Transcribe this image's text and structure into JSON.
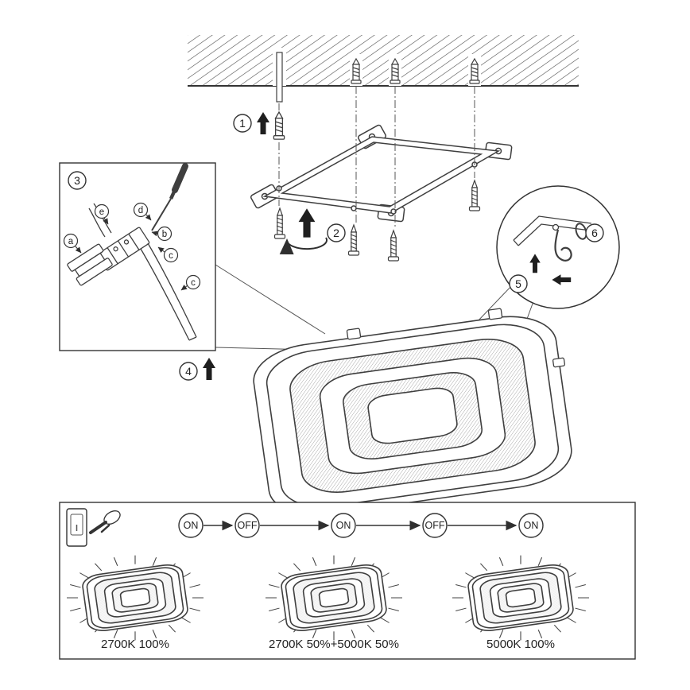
{
  "colors": {
    "line": "#3f3f3f",
    "text": "#222222",
    "background": "#ffffff"
  },
  "steps": {
    "step1": "1",
    "step2": "2",
    "step3": "3",
    "step4": "4",
    "step5": "5",
    "step6": "6"
  },
  "wiring_labels": {
    "a": "a",
    "b": "b",
    "c_upper": "c",
    "c_lower": "c",
    "d": "d",
    "e": "e"
  },
  "power_sequence": {
    "state1": "ON",
    "state2": "OFF",
    "state3": "ON",
    "state4": "OFF",
    "state5": "ON"
  },
  "light_modes": {
    "mode1": "2700K 100%",
    "mode2": "2700K 50%+5000K 50%",
    "mode3": "5000K 100%"
  }
}
